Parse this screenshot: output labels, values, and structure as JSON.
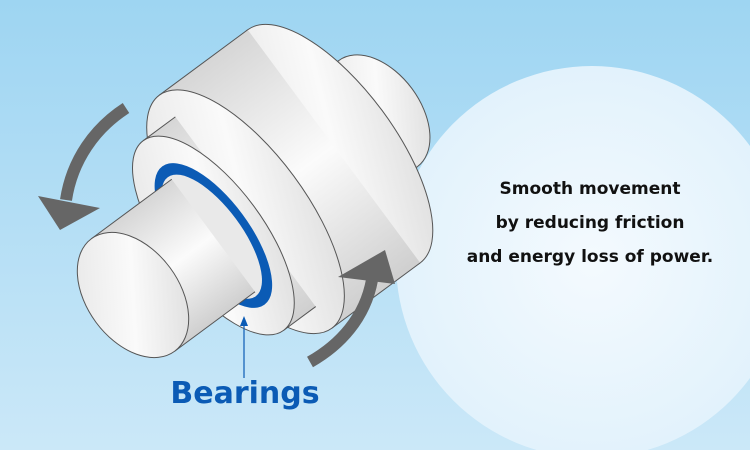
{
  "caption": {
    "line1": "Smooth movement",
    "line2": "by reducing friction",
    "line3": "and energy loss of power."
  },
  "label": "Bearings",
  "colors": {
    "bearing": "#0b5bb5",
    "arrow": "#666666",
    "label": "#0b5bb5"
  }
}
